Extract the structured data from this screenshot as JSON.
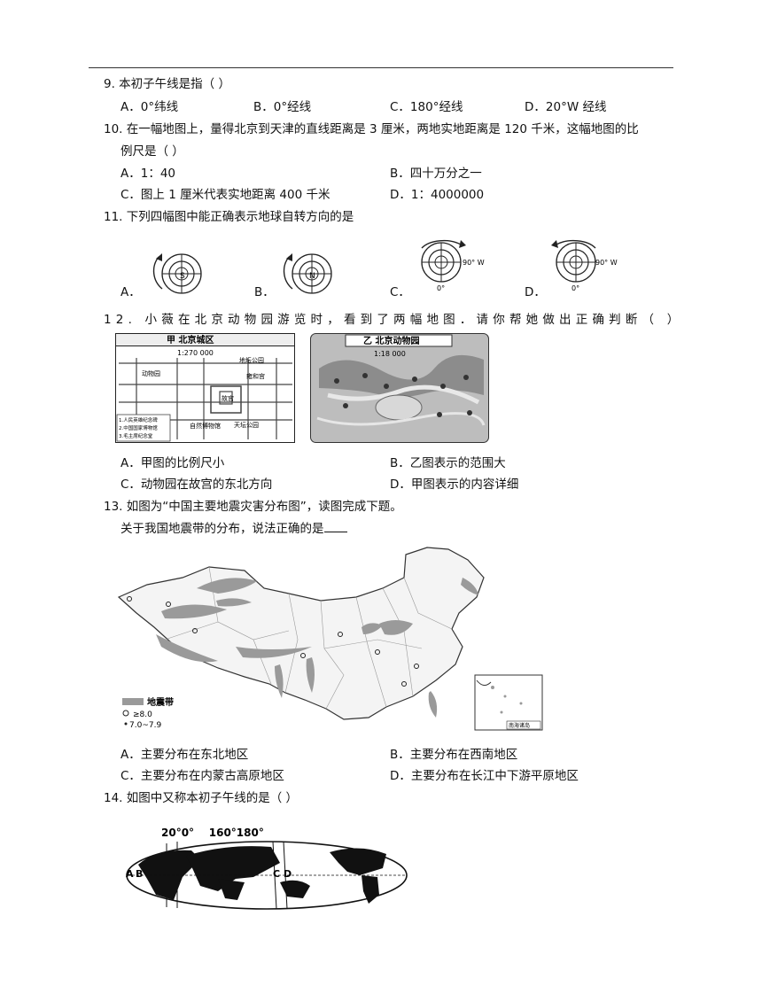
{
  "q9": {
    "stem": "9.  本初子午线是指（        ）",
    "options": [
      "A．0°纬线",
      "B．0°经线",
      "C．180°经线",
      "D．20°W 经线"
    ]
  },
  "q10": {
    "stem_line1": "10.  在一幅地图上，量得北京到天津的直线距离是 3 厘米，两地实地距离是 120 千米，这幅地图的比",
    "stem_line2": "例尺是（        ）",
    "options": [
      "A．1：40",
      "B．四十万分之一",
      "C．图上 1 厘米代表实地距离 400 千米",
      "D．1：4000000"
    ]
  },
  "q11": {
    "stem": "11.  下列四幅图中能正确表示地球自转方向的是",
    "options": [
      "A．",
      "B．",
      "C．",
      "D．"
    ],
    "diagram_labels": {
      "a": "S",
      "b": "N",
      "c_top": "90° W",
      "c_bottom": "0°",
      "d_top": "90° W",
      "d_bottom": "0°"
    }
  },
  "q12": {
    "stem": "12.  小薇在北京动物园游览时，看到了两幅地图．请你帮她做出正确判断（        ）",
    "map1": {
      "title": "甲  北京城区",
      "scale": "1:270 000",
      "labels": [
        "地坛公园",
        "雍和宫",
        "动物园",
        "故宫",
        "自然博物馆",
        "天坛公园"
      ],
      "legend": [
        "1.人民英雄纪念碑",
        "2.中国国家博物馆",
        "3.毛主席纪念堂"
      ]
    },
    "map2": {
      "title": "乙  北京动物园",
      "scale": "1:18 000"
    },
    "options": [
      "A．甲图的比例尺小",
      "B．乙图表示的范围大",
      "C．动物园在故宫的东北方向",
      "D．甲图表示的内容详细"
    ]
  },
  "q13": {
    "stem": "13.  如图为“中国主要地震灾害分布图”，读图完成下题。",
    "sub": "关于我国地震带的分布，说法正确的是",
    "legend": {
      "title": "地震带",
      "item1": "≥8.0",
      "item2": "7.0~7.9",
      "inset": "南海诸岛"
    },
    "options": [
      "A．主要分布在东北地区",
      "B．主要分布在西南地区",
      "C．主要分布在内蒙古高原地区",
      "D．主要分布在长江中下游平原地区"
    ]
  },
  "q14": {
    "stem": "14.  如图中又称本初子午线的是（        ）",
    "top_labels": "20°0°    160°180°",
    "labels": [
      "A",
      "B",
      "C",
      "D"
    ]
  }
}
